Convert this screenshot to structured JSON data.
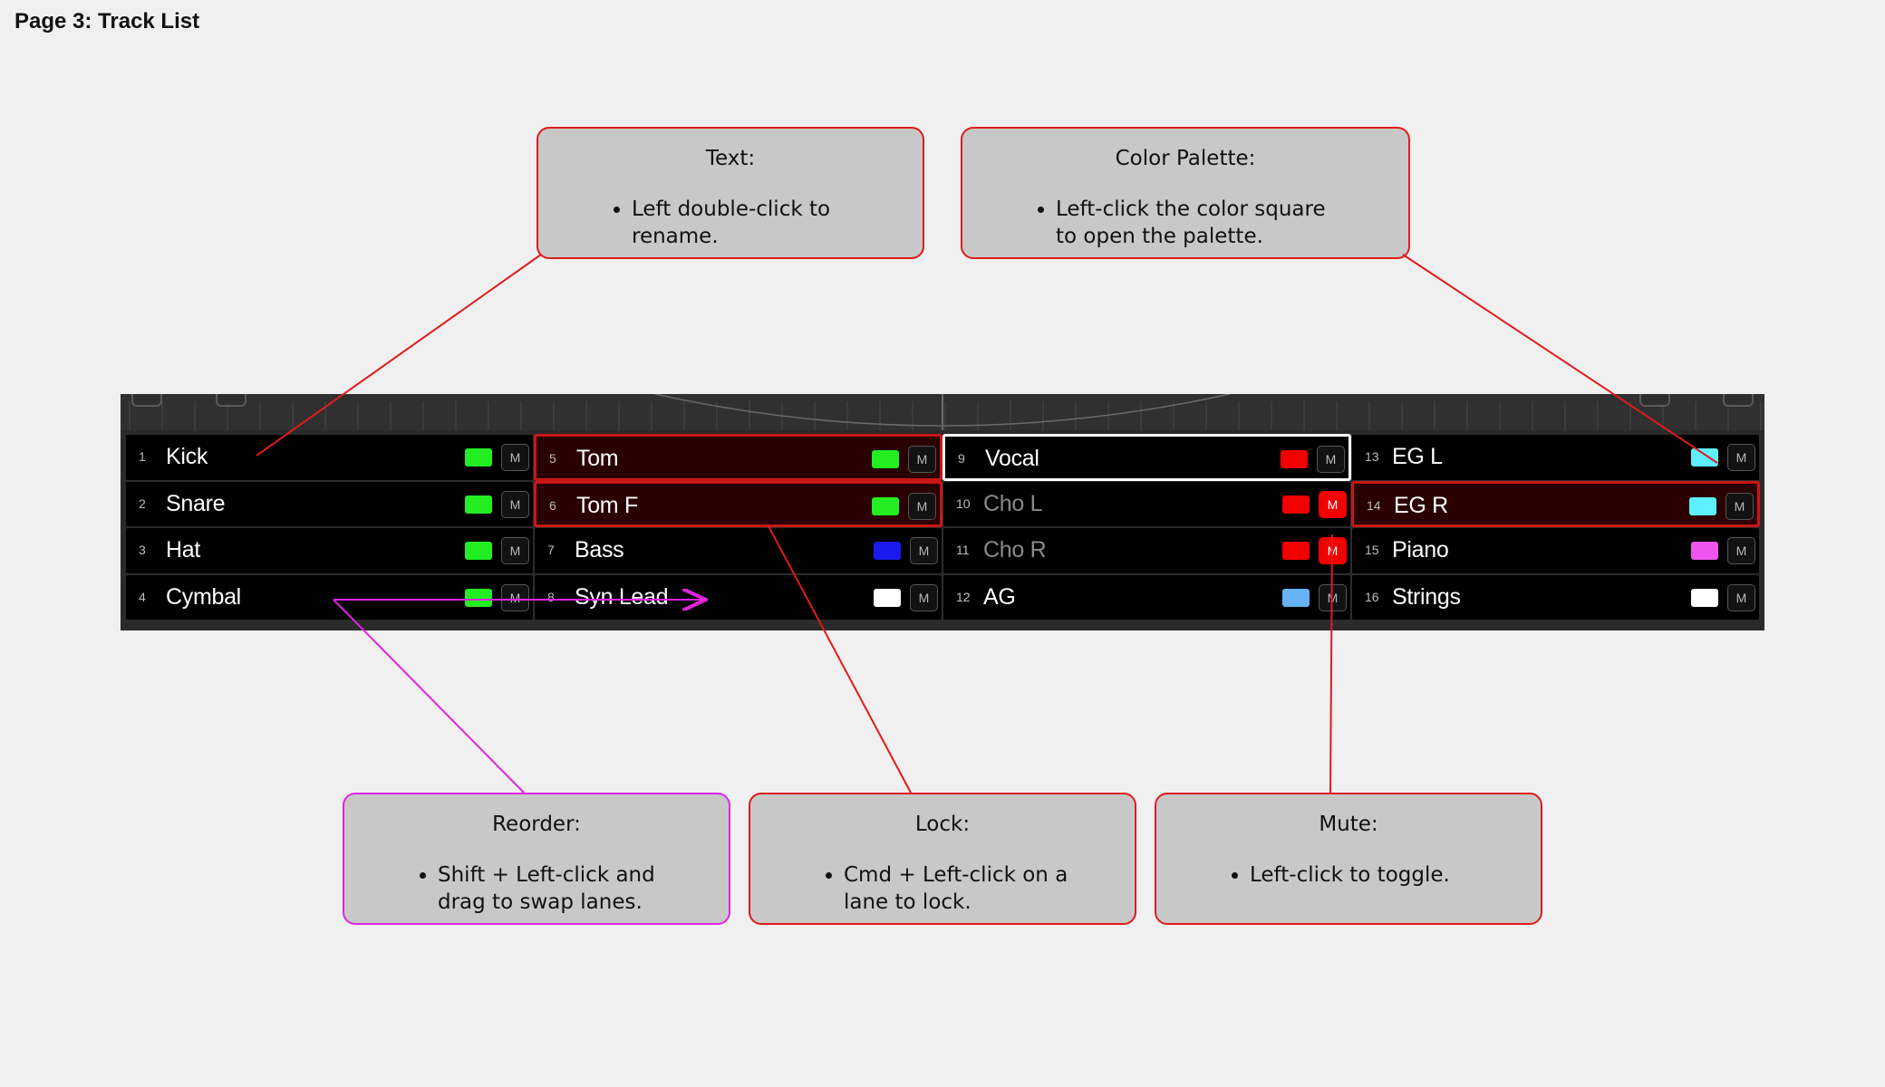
{
  "page_title": "Page 3: Track List",
  "colors": {
    "green": "#22ee22",
    "blue": "#1a1aee",
    "white": "#ffffff",
    "red": "#f20000",
    "light_blue": "#66b3f5",
    "cyan": "#5ff0ff",
    "magenta": "#ee55ee",
    "lock_border": "#c81616",
    "callout_border_red": "#e01b1b",
    "callout_border_magenta": "#e024e0"
  },
  "mute_label": "M",
  "lanes": [
    {
      "num": "1",
      "name": "Kick",
      "color": "#22ee22"
    },
    {
      "num": "2",
      "name": "Snare",
      "color": "#22ee22"
    },
    {
      "num": "3",
      "name": "Hat",
      "color": "#22ee22"
    },
    {
      "num": "4",
      "name": "Cymbal",
      "color": "#22ee22"
    },
    {
      "num": "5",
      "name": "Tom",
      "color": "#22ee22",
      "locked": true
    },
    {
      "num": "6",
      "name": "Tom F",
      "color": "#22ee22",
      "locked": true
    },
    {
      "num": "7",
      "name": "Bass",
      "color": "#1a1aee"
    },
    {
      "num": "8",
      "name": "Syn Lead",
      "color": "#ffffff"
    },
    {
      "num": "9",
      "name": "Vocal",
      "color": "#f20000",
      "selected": true
    },
    {
      "num": "10",
      "name": "Cho L",
      "color": "#f20000",
      "muted": true
    },
    {
      "num": "11",
      "name": "Cho R",
      "color": "#f20000",
      "muted": true
    },
    {
      "num": "12",
      "name": "AG",
      "color": "#66b3f5"
    },
    {
      "num": "13",
      "name": "EG L",
      "color": "#5ff0ff"
    },
    {
      "num": "14",
      "name": "EG R",
      "color": "#5ff0ff",
      "locked": true
    },
    {
      "num": "15",
      "name": "Piano",
      "color": "#ee55ee"
    },
    {
      "num": "16",
      "name": "Strings",
      "color": "#ffffff"
    }
  ],
  "callouts": {
    "text": {
      "title": "Text:",
      "bullet": "Left double-click to rename."
    },
    "palette": {
      "title": "Color Palette:",
      "bullet": "Left-click the color square to open the palette."
    },
    "reorder": {
      "title": "Reorder:",
      "bullet": "Shift + Left-click and drag to swap lanes."
    },
    "lock": {
      "title": "Lock:",
      "bullet": "Cmd + Left-click on a lane to lock."
    },
    "mute": {
      "title": "Mute:",
      "bullet": "Left-click to toggle."
    }
  }
}
